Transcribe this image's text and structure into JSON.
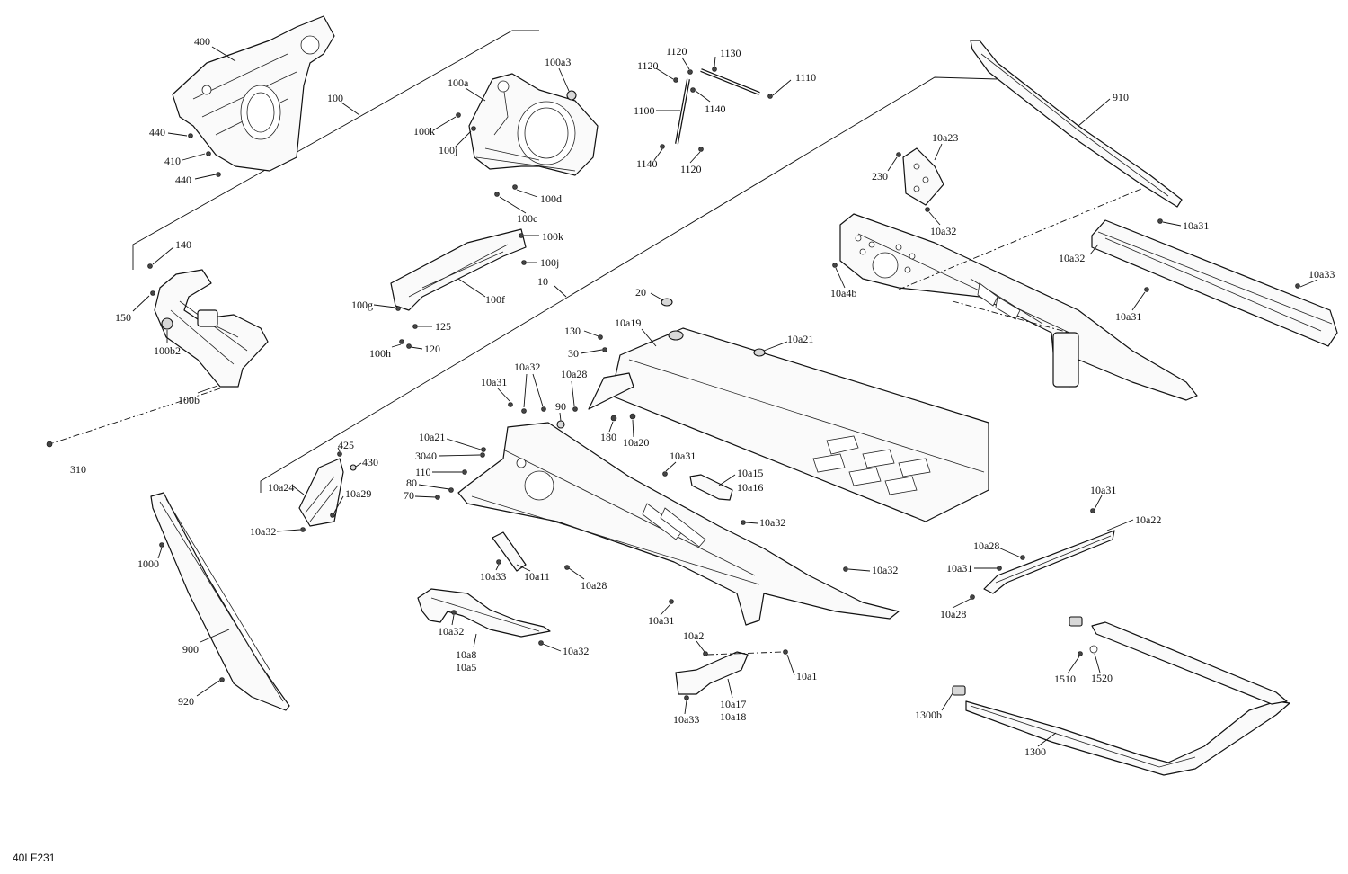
{
  "diagram": {
    "reference_code": "40LF231",
    "callouts": {
      "c400": "400",
      "c100": "100",
      "c440a": "440",
      "c410": "410",
      "c440b": "440",
      "c100a3": "100a3",
      "c100a": "100a",
      "c100k": "100k",
      "c100j": "100j",
      "c100d": "100d",
      "c100c": "100c",
      "c1120a": "1120",
      "c1130": "1130",
      "c1120b": "1120",
      "c1110": "1110",
      "c1100": "1100",
      "c1140a": "1140",
      "c1140b": "1140",
      "c1120c": "1120",
      "c910": "910",
      "c10a23": "10a23",
      "c230": "230",
      "c10a32a": "10a32",
      "c140": "140",
      "c150": "150",
      "c100b2": "100b2",
      "c100b": "100b",
      "c310": "310",
      "c100k2": "100k",
      "c100j2": "100j",
      "c10": "10",
      "c100f": "100f",
      "c100g": "100g",
      "c125": "125",
      "c100h": "100h",
      "c120": "120",
      "c10a4b": "10a4b",
      "c10a31a": "10a31",
      "c10a32b": "10a32",
      "c10a33a": "10a33",
      "c10a31b": "10a31",
      "c20": "20",
      "c130": "130",
      "c10a19": "10a19",
      "c30": "30",
      "c10a21a": "10a21",
      "c10a28a": "10a28",
      "c10a32c": "10a32",
      "c10a31c": "10a31",
      "c90": "90",
      "c180": "180",
      "c10a20": "10a20",
      "c10a21b": "10a21",
      "c3040": "3040",
      "c110": "110",
      "c80": "80",
      "c70": "70",
      "c425": "425",
      "c430": "430",
      "c10a24": "10a24",
      "c10a29": "10a29",
      "c10a32d": "10a32",
      "c10a31d": "10a31",
      "c10a15": "10a15",
      "c10a16": "10a16",
      "c10a32e": "10a32",
      "c10a32f": "10a32",
      "c10a31e": "10a31",
      "c1000": "1000",
      "c900": "900",
      "c920": "920",
      "c10a33b": "10a33",
      "c10a11": "10a11",
      "c10a28b": "10a28",
      "c10a32g": "10a32",
      "c10a8": "10a8",
      "c10a5": "10a5",
      "c10a32h": "10a32",
      "c10a2": "10a2",
      "c10a1": "10a1",
      "c10a17": "10a17",
      "c10a18": "10a18",
      "c10a33c": "10a33",
      "c10a31f": "10a31",
      "c10a22": "10a22",
      "c10a28c": "10a28",
      "c10a31g": "10a31",
      "c10a28d": "10a28",
      "c1510": "1510",
      "c1520": "1520",
      "c1300b": "1300b",
      "c1300": "1300"
    }
  }
}
